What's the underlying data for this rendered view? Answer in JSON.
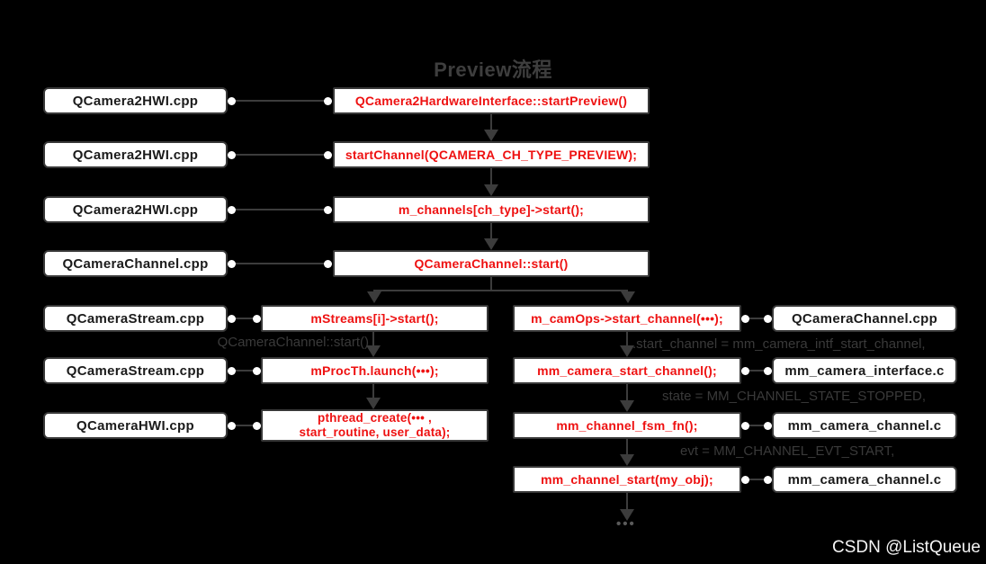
{
  "title": "Preview流程",
  "watermark": "CSDN @ListQueue",
  "ellipsis": "•••",
  "left_annotation": "QCameraChannel::start()",
  "main_flow": [
    {
      "file": "QCamera2HWI.cpp",
      "call": "QCamera2HardwareInterface::startPreview()"
    },
    {
      "file": "QCamera2HWI.cpp",
      "call": "startChannel(QCAMERA_CH_TYPE_PREVIEW);"
    },
    {
      "file": "QCamera2HWI.cpp",
      "call": "m_channels[ch_type]->start();"
    },
    {
      "file": "QCameraChannel.cpp",
      "call": "QCameraChannel::start()"
    }
  ],
  "left_branch": [
    {
      "file": "QCameraStream.cpp",
      "call": "mStreams[i]->start();"
    },
    {
      "file": "QCameraStream.cpp",
      "call": "mProcTh.launch(•••);"
    },
    {
      "file": "QCameraHWI.cpp",
      "call_line1": "pthread_create(••• ,",
      "call_line2": "start_routine, user_data);"
    }
  ],
  "right_branch": [
    {
      "call": "m_camOps->start_channel(•••);",
      "file": "QCameraChannel.cpp",
      "annotation": ".start_channel = mm_camera_intf_start_channel,"
    },
    {
      "call": "mm_camera_start_channel();",
      "file": "mm_camera_interface.c",
      "annotation": "state = MM_CHANNEL_STATE_STOPPED,"
    },
    {
      "call": "mm_channel_fsm_fn();",
      "file": "mm_camera_channel.c",
      "annotation": "evt = MM_CHANNEL_EVT_START,"
    },
    {
      "call": "mm_channel_start(my_obj);",
      "file": "mm_camera_channel.c"
    }
  ],
  "colors": {
    "background": "#000000",
    "box_fill": "#ffffff",
    "box_border": "#383838",
    "call_text": "#ee1111",
    "file_text": "#1b1b1b",
    "line": "#3c3c3c",
    "annotation_text": "#3a3a3a",
    "title_text": "#3e3e3e",
    "watermark_text": "#f5f5f5"
  }
}
